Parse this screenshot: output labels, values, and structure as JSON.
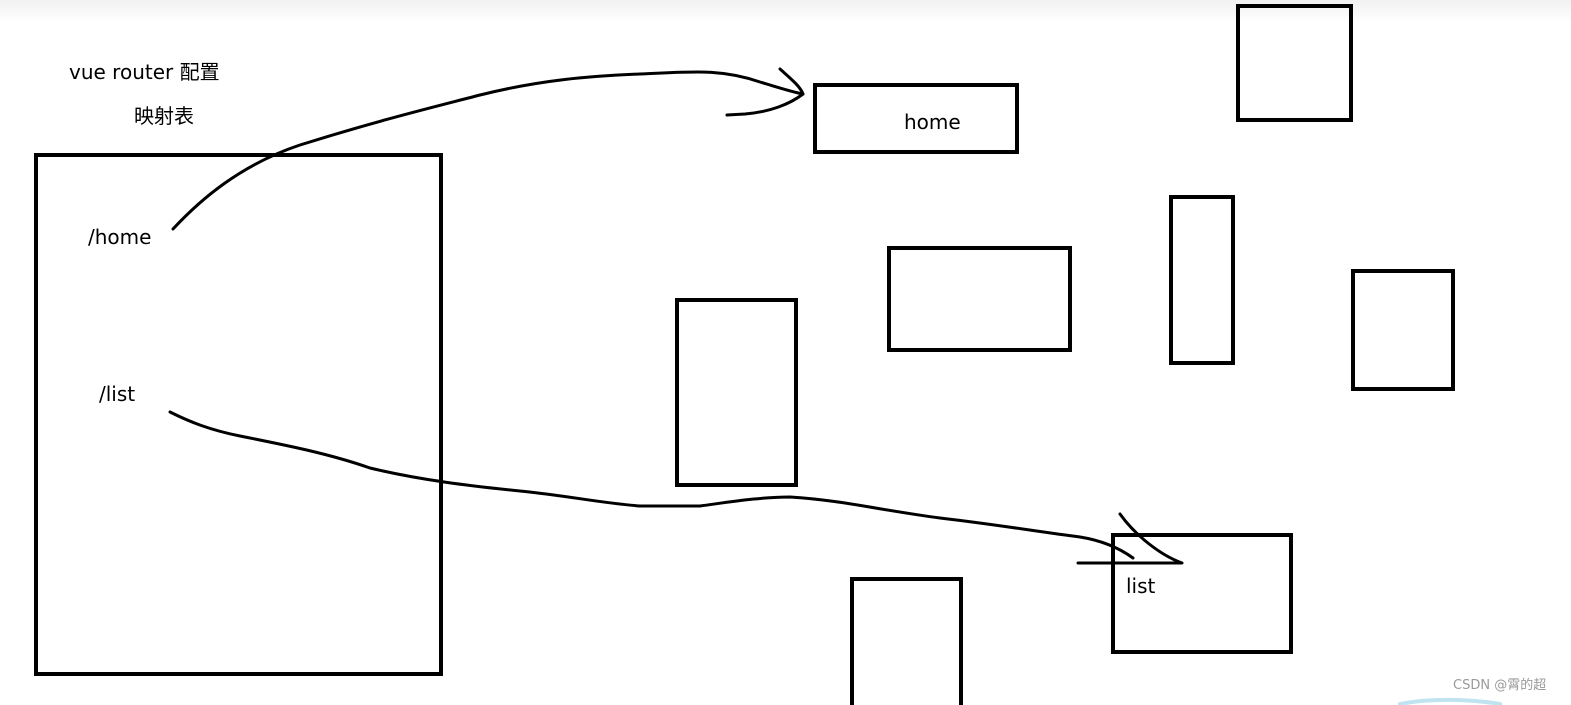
{
  "diagram": {
    "title": "vue router  配置",
    "subtitle": "映射表",
    "routes": [
      {
        "path": "/home"
      },
      {
        "path": "/list"
      }
    ],
    "components": [
      {
        "label": "home"
      },
      {
        "label": "list"
      }
    ],
    "watermark": "CSDN @霄的超",
    "colors": {
      "stroke": "#000000",
      "background": "#ffffff",
      "watermark": "#9a9a9a"
    }
  }
}
